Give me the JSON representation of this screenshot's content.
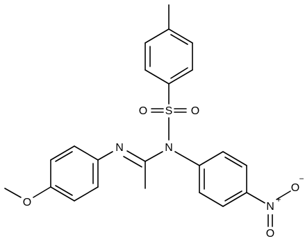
{
  "atoms": {
    "sulfur": "S",
    "sulfonyl_oxygen_left": "O",
    "sulfonyl_oxygen_right": "O",
    "sulfonamide_nitrogen": "N",
    "imine_nitrogen": "N",
    "methoxy_oxygen": "O",
    "nitro_nitrogen": "N",
    "nitro_nitrogen_charge": "+",
    "nitro_oxygen_top": "O",
    "nitro_oxygen_top_charge": "−",
    "nitro_oxygen_bottom": "O"
  }
}
